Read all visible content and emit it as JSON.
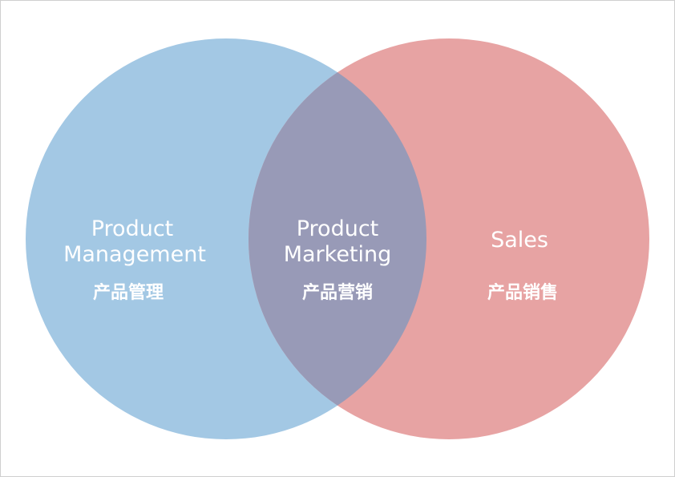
{
  "diagram": {
    "type": "venn",
    "colors": {
      "left": "#a3c8e4",
      "right": "#e7a3a3",
      "overlap": "#989ab7",
      "text": "#ffffff"
    },
    "left": {
      "title_line1": "Product",
      "title_line2": "Management",
      "subtitle": "产品管理"
    },
    "overlap": {
      "title_line1": "Product",
      "title_line2": "Marketing",
      "subtitle": "产品营销"
    },
    "right": {
      "title": "Sales",
      "subtitle": "产品销售"
    }
  }
}
